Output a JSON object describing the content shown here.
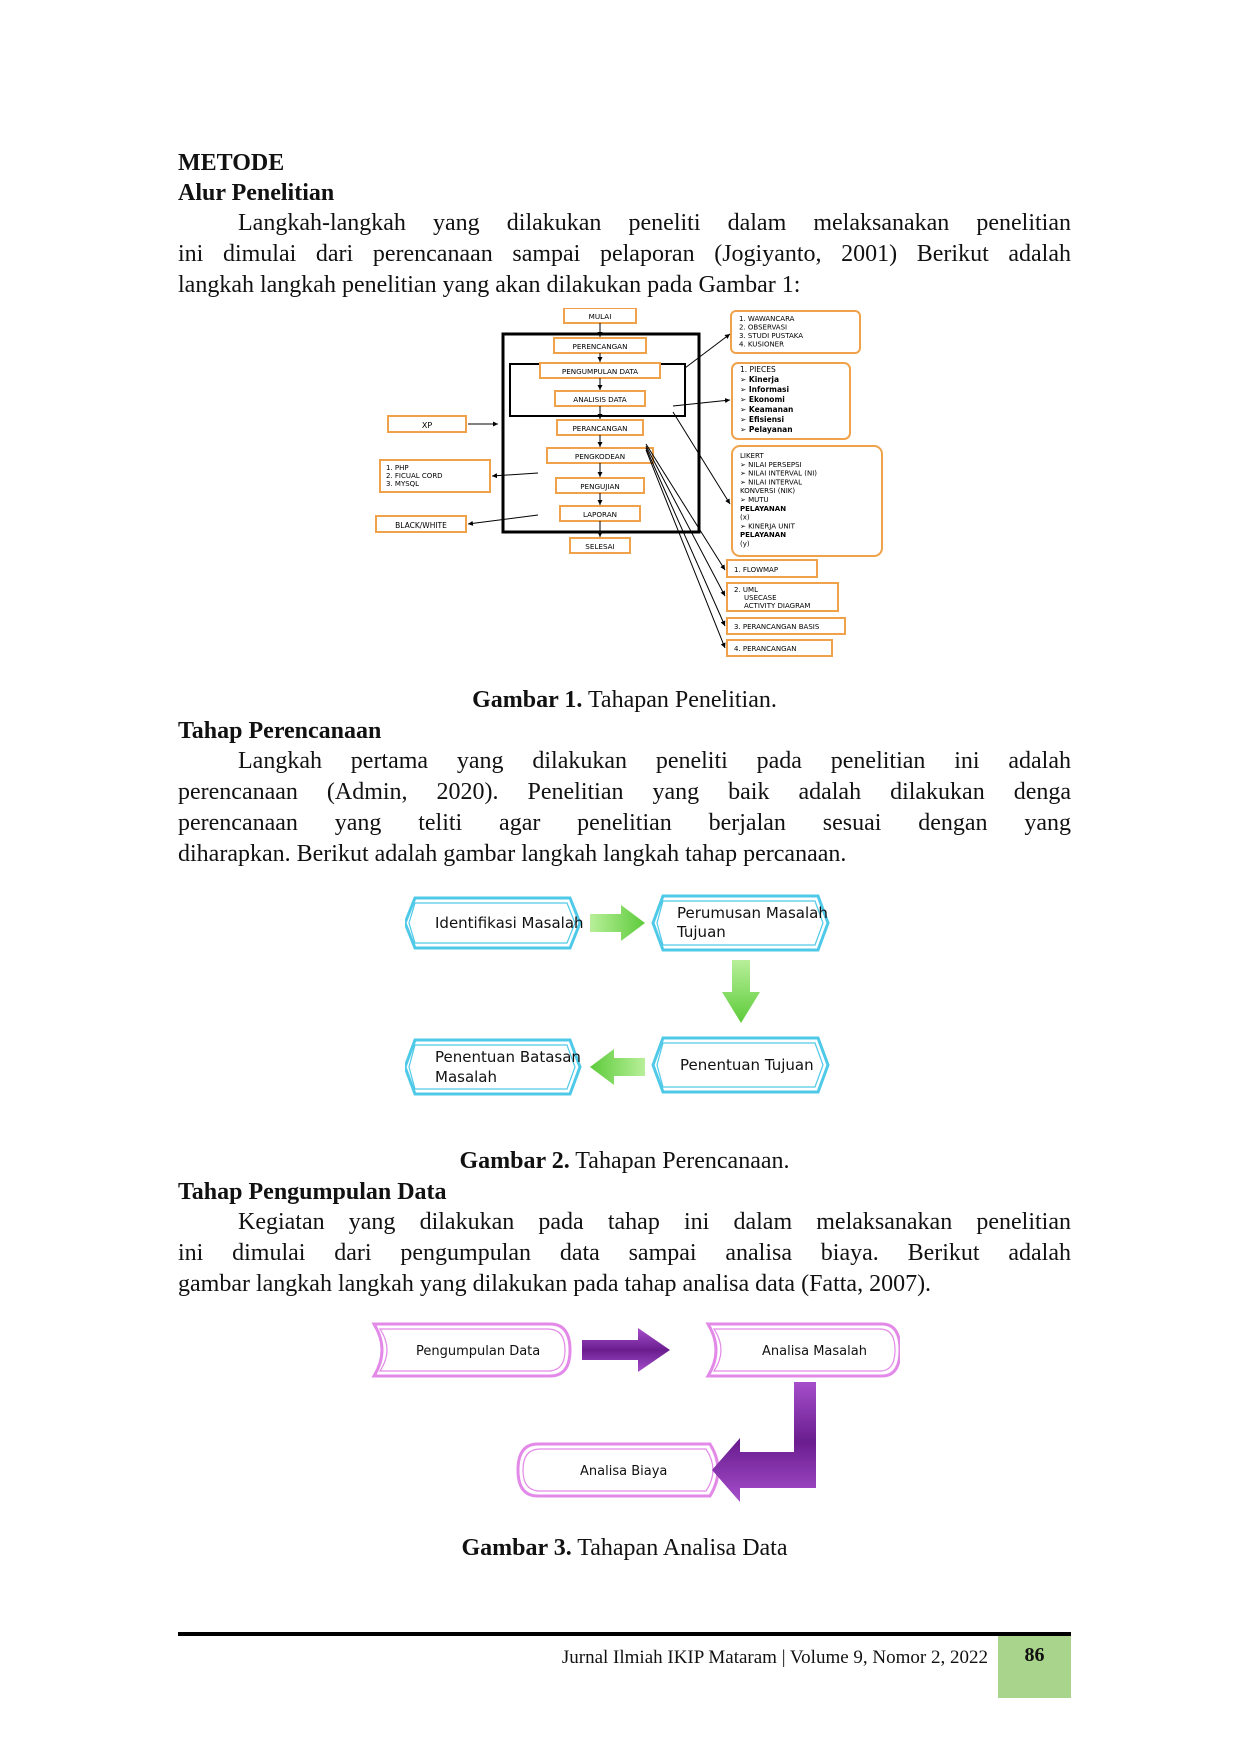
{
  "headings": {
    "metode": "METODE",
    "alur": "Alur Penelitian",
    "perencanaan": "Tahap Perencanaan",
    "pengumpulan": "Tahap Pengumpulan Data"
  },
  "para1": [
    "Langkah-langkah yang dilakukan peneliti dalam melaksanakan penelitian",
    "ini dimulai dari perencanaan sampai pelaporan (Jogiyanto, 2001) Berikut adalah",
    "langkah langkah penelitian yang akan dilakukan pada Gambar 1:"
  ],
  "para2": [
    "Langkah pertama yang dilakukan peneliti pada penelitian ini adalah",
    "perencanaan (Admin, 2020). Penelitian yang baik adalah dilakukan denga",
    "perencanaan yang teliti agar penelitian berjalan sesuai dengan yang",
    "diharapkan. Berikut adalah gambar langkah langkah tahap percanaan."
  ],
  "para3": [
    "Kegiatan yang dilakukan pada tahap ini dalam melaksanakan penelitian",
    "ini dimulai dari pengumpulan data sampai analisa biaya. Berikut adalah",
    "gambar langkah langkah yang dilakukan pada tahap analisa data (Fatta, 2007)."
  ],
  "fig1": {
    "caption_bold": "Gambar 1.",
    "caption_text": " Tahapan Penelitian.",
    "main_steps": [
      "MULAI",
      "PERENCANGAN",
      "PENGUMPULAN DATA",
      "ANALISIS DATA",
      "PERANCANGAN",
      "PENGKODEAN",
      "PENGUJIAN",
      "LAPORAN",
      "SELESAI"
    ],
    "left_boxes": [
      "XP",
      "1.   PHP\n2.   FICUAL CORD\n3.   MYSQL",
      "BLACK/WHITE"
    ],
    "right_box1": [
      "1.   WAWANCARA",
      "2.   OBSERVASI",
      "3.   STUDI PUSTAKA",
      "4.   KUSIONER"
    ],
    "right_box2": [
      "1.   PIECES",
      "➢ Kinerja",
      "➢ Informasi",
      "➢ Ekonomi",
      "➢ Keamanan",
      "➢ Efisiensi",
      "➢ Pelayanan"
    ],
    "right_box3": [
      "LIKERT",
      "➢   NILAI PERSEPSI",
      "➢   NILAI INTERVAL (NI)",
      "➢   NILAI INTERVAL",
      "     KONVERSI (NIK)",
      "➢   MUTU",
      "     PELAYANAN",
      "     (x)",
      "➢   KINERJA UNIT",
      "     PELAYANAN",
      "     (y)"
    ],
    "right_small": [
      "1.   FLOWMAP",
      "2.   UML\n     USECASE\n     ACTIVITY DIAGRAM",
      "3.   PERANCANGAN BASIS",
      "4.   PERANCANGAN"
    ]
  },
  "fig2": {
    "caption_bold": "Gambar 2.",
    "caption_text": " Tahapan Perencanaan.",
    "boxes": [
      "Identifikasi Masalah",
      "Perumusan Masalah\nTujuan",
      "Penentuan Tujuan",
      "Penentuan Batasan\nMasalah"
    ],
    "colors": {
      "border": "#4fc9e8",
      "arrow": "#7ed957"
    }
  },
  "fig3": {
    "caption_bold": "Gambar 3.",
    "caption_text": " Tahapan Analisa Data",
    "boxes": [
      "Pengumpulan Data",
      "Analisa Masalah",
      "Analisa Biaya"
    ],
    "colors": {
      "border": "#e38ae8",
      "arrow": "#7b2a9e"
    }
  },
  "footer": {
    "journal": "Jurnal Ilmiah IKIP Mataram  |  Volume 9, Nomor 2, 2022",
    "page": "86"
  }
}
